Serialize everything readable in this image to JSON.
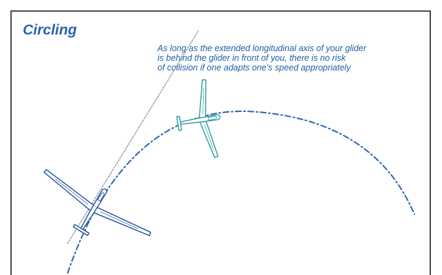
{
  "title": "Circling",
  "note": {
    "lines": [
      "As long as the extended longitudinal axis of your glider",
      "is behind the glider in front of you, there is no risk",
      "of collision if one adapts one’s speed appropriately"
    ]
  },
  "colors": {
    "frame": "#4a4a4a",
    "title": "#2a63b0",
    "text": "#1f5ea8",
    "circling_path": "#2a63b0",
    "axis_line": "#9a9a9a",
    "glider_rear": "#1f4fa0",
    "glider_front": "#2a9a9a"
  },
  "icons": {
    "rear_glider": "glider-icon",
    "front_glider": "glider-icon"
  }
}
